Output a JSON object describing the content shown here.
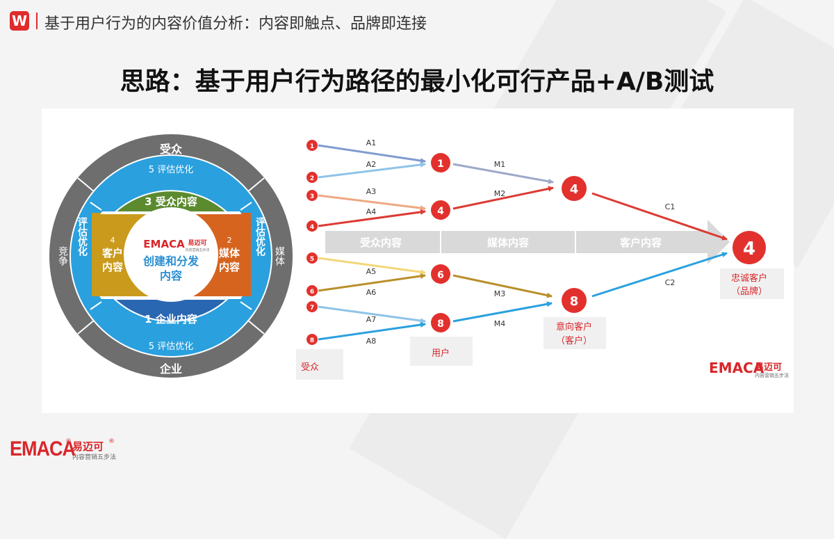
{
  "header": {
    "logo_letter": "W",
    "title": "基于用户行为的内容价值分析：内容即触点、品牌即连接"
  },
  "title": "思路：基于用户行为路径的最小化可行产品+A/B测试",
  "wheel": {
    "top": "受众",
    "bottom": "企业",
    "left": "竞争",
    "right": "媒体",
    "ring_top": "5 评估优化",
    "ring_bottom": "5 评估优化",
    "ring_left": "评估优化",
    "ring_right": "评估优化",
    "audience_content": "3 受众内容",
    "customer_num": "4",
    "customer_line1": "客户",
    "customer_line2": "内容",
    "media_num": "2",
    "media_line1": "媒体",
    "media_line2": "内容",
    "enterprise_content": "1 企业内容",
    "center_brand": "EMACA",
    "center_brand_cn": "易迈可",
    "center_brand_sub": "内容营销五步法",
    "center_line1": "创建和分发",
    "center_line2": "内容",
    "colors": {
      "outer": "#6e6e6e",
      "ring": "#2aa0de",
      "green": "#5b8a2f",
      "gold": "#c99a1c",
      "orange": "#d6641f",
      "blue": "#2a67b2"
    }
  },
  "flow": {
    "band": [
      "受众内容",
      "媒体内容",
      "客户内容"
    ],
    "sources": [
      "1",
      "2",
      "3",
      "4",
      "5",
      "6",
      "7",
      "8"
    ],
    "a_labels": [
      "A1",
      "A2",
      "A3",
      "A4",
      "A5",
      "A6",
      "A7",
      "A8"
    ],
    "users": [
      "1",
      "4",
      "6",
      "8"
    ],
    "m_labels": [
      "M1",
      "M2",
      "M3",
      "M4"
    ],
    "prospects": [
      "4",
      "8"
    ],
    "c_labels": [
      "C1",
      "C2"
    ],
    "final": "4",
    "label_audience": "受众",
    "label_user": "用户",
    "label_prospect_1": "意向客户",
    "label_prospect_2": "（客户）",
    "label_loyal_1": "忠诚客户",
    "label_loyal_2": "（品牌）",
    "panel_logo": "EMACA",
    "panel_logo_cn": "易迈可",
    "panel_logo_sub": "内容营销五步法"
  },
  "footer": {
    "brand": "EMACA",
    "reg": "®",
    "brand_cn": "易迈可",
    "sub": "内容营销五步法"
  }
}
